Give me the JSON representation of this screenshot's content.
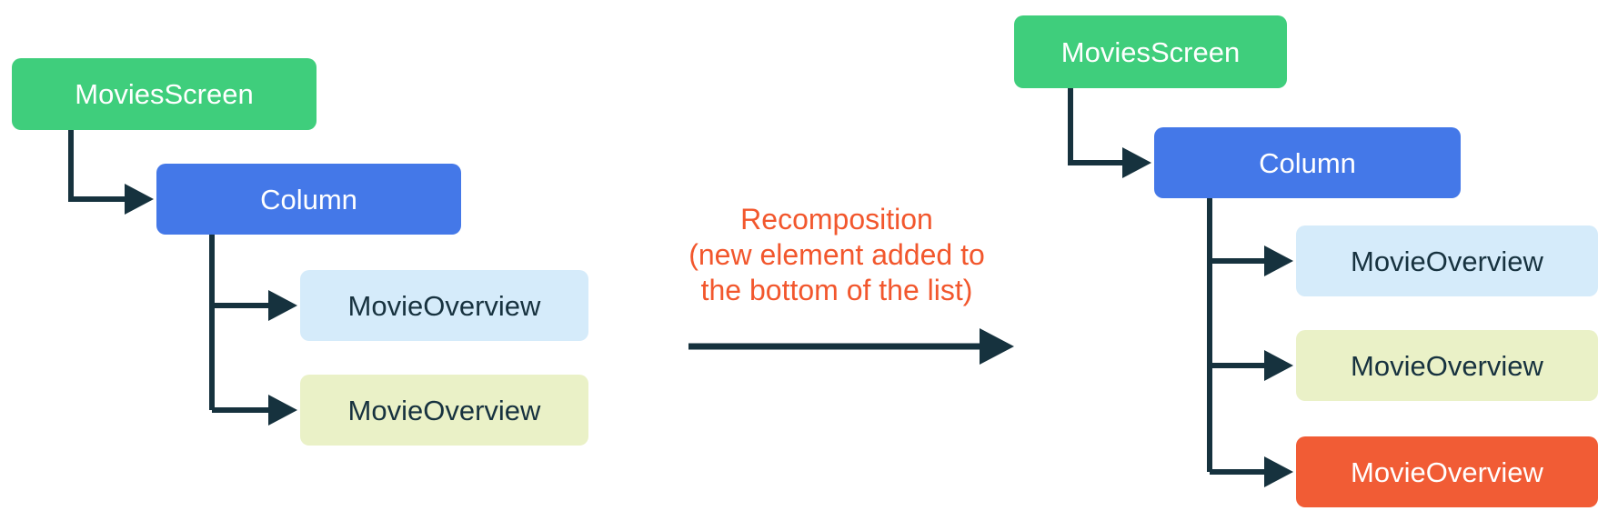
{
  "left_tree": {
    "root": "MoviesScreen",
    "child": "Column",
    "items": [
      {
        "label": "MovieOverview",
        "variant": "light-blue"
      },
      {
        "label": "MovieOverview",
        "variant": "light-yellow"
      }
    ]
  },
  "transition": {
    "caption_lines": [
      "Recomposition",
      "(new element added to",
      "the bottom of the list)"
    ]
  },
  "right_tree": {
    "root": "MoviesScreen",
    "child": "Column",
    "items": [
      {
        "label": "MovieOverview",
        "variant": "light-blue"
      },
      {
        "label": "MovieOverview",
        "variant": "light-yellow"
      },
      {
        "label": "MovieOverview",
        "variant": "orange",
        "state": "newly-added"
      }
    ]
  },
  "colors": {
    "root_green": "#3FCE7C",
    "column_blue": "#4478E8",
    "item_light_blue": "#D5EBFA",
    "item_light_yellow": "#EAF1C7",
    "item_orange": "#F15C35",
    "connector_dark": "#16323E",
    "caption_orange": "#F2572D",
    "text_on_dark": "#FFFFFF",
    "text_on_light": "#17323F"
  }
}
